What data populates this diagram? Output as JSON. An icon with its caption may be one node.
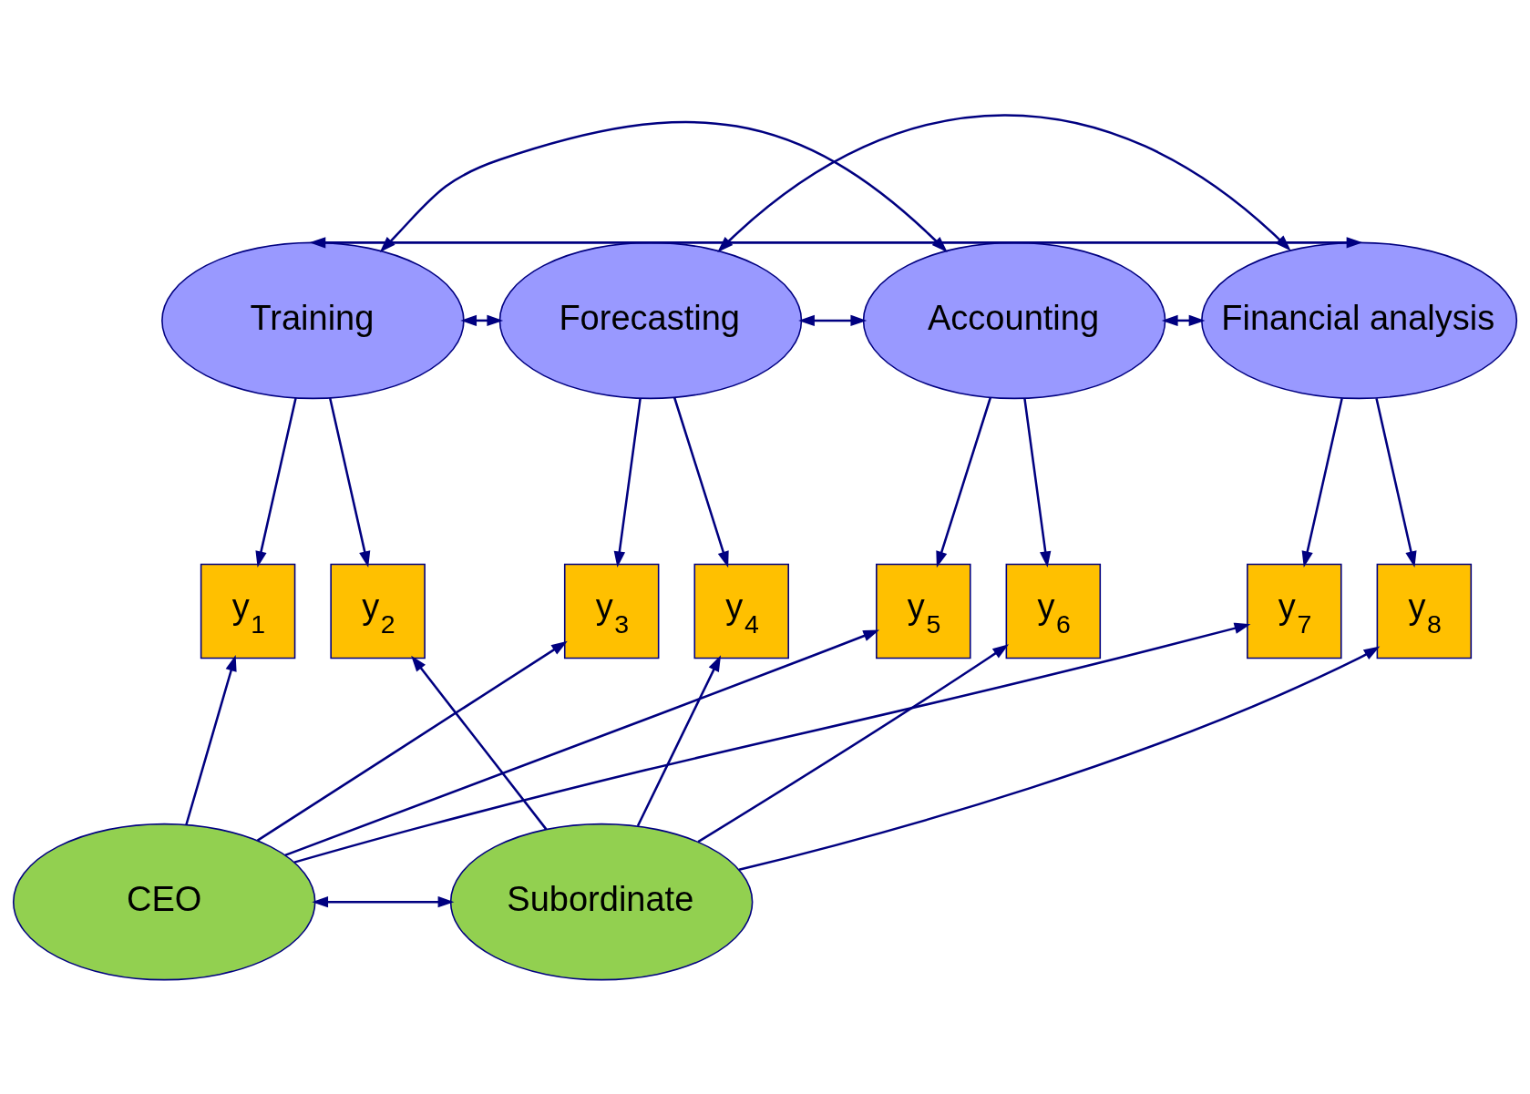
{
  "diagram": {
    "nodes": [
      {
        "text": [
          "Training"
        ]
      },
      {
        "text": [
          "Forecasting"
        ]
      },
      {
        "text": [
          "Accounting"
        ]
      },
      {
        "text": [
          "Financial analysis"
        ]
      },
      {
        "text": [
          "y$_{1}$"
        ]
      },
      {
        "text": [
          "y$_{2}$"
        ]
      },
      {
        "text": [
          "y$_{3}$"
        ]
      },
      {
        "text": [
          "y$_{4}$"
        ]
      },
      {
        "text": [
          "y$_{5}$"
        ]
      },
      {
        "text": [
          "y$_{6}$"
        ]
      },
      {
        "text": [
          "y$_{7}$"
        ]
      },
      {
        "text": [
          "y$_{8}$"
        ]
      },
      {
        "text": [
          "CEO"
        ]
      },
      {
        "text": [
          "Subordinate"
        ]
      }
    ],
    "edges": [
      {
        "from": 0,
        "to": 3,
        "arrow": "both"
      },
      {
        "from": 0,
        "to": 2,
        "arrow": "both"
      },
      {
        "from": 1,
        "to": 3,
        "arrow": "both"
      },
      {
        "from": 0,
        "to": 1,
        "arrow": "both"
      },
      {
        "from": 1,
        "to": 2,
        "arrow": "both"
      },
      {
        "from": 2,
        "to": 3,
        "arrow": "both"
      },
      {
        "from": 0,
        "to": 4,
        "arrow": "to"
      },
      {
        "from": 0,
        "to": 5,
        "arrow": "to"
      },
      {
        "from": 1,
        "to": 6,
        "arrow": "to"
      },
      {
        "from": 1,
        "to": 7,
        "arrow": "to"
      },
      {
        "from": 2,
        "to": 8,
        "arrow": "to"
      },
      {
        "from": 2,
        "to": 9,
        "arrow": "to"
      },
      {
        "from": 3,
        "to": 10,
        "arrow": "to"
      },
      {
        "from": 3,
        "to": 11,
        "arrow": "to"
      },
      {
        "from": 12,
        "to": 4,
        "arrow": "to"
      },
      {
        "from": 12,
        "to": 6,
        "arrow": "to"
      },
      {
        "from": 12,
        "to": 8,
        "arrow": "to"
      },
      {
        "from": 12,
        "to": 10,
        "arrow": "to"
      },
      {
        "from": 13,
        "to": 5,
        "arrow": "to"
      },
      {
        "from": 13,
        "to": 7,
        "arrow": "to"
      },
      {
        "from": 13,
        "to": 9,
        "arrow": "to"
      },
      {
        "from": 13,
        "to": 11,
        "arrow": "to"
      },
      {
        "from": 12,
        "to": 13,
        "arrow": "both"
      }
    ]
  }
}
